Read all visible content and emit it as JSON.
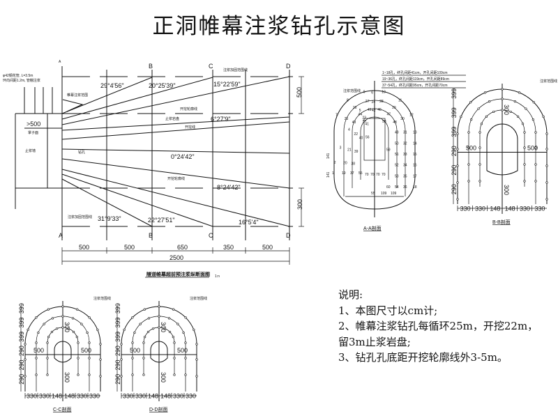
{
  "title": "正洞帷幕注浆钻孔示意图",
  "longitudinal": {
    "caption": "隧道帷幕超前预注浆纵断面图",
    "scale": "1:n",
    "section_marks": [
      "A",
      "B",
      "C",
      "D"
    ],
    "angles_top": [
      "29°4'56\"",
      "20°25'39\"",
      "15°22'59\"",
      "6°27'9\""
    ],
    "angles_mid": [
      "0°24'42\""
    ],
    "angles_bottom": [
      "8°24'42\"",
      "31°9'33\"",
      "22°27'51\"",
      "16°5'4\""
    ],
    "right_dims": [
      "500",
      "300"
    ],
    "bottom_dims": [
      "500",
      "500",
      "650",
      "350",
      "500"
    ],
    "total_dim": "2500",
    "dim_left": ">500",
    "notes": {
      "pipe": "φ42钢花管, L=3.5m",
      "pipe2": "环向间距1.2m, 管棚注浆",
      "wall": "止浆墙",
      "face": "掌子面",
      "line1": "帷幕注浆范围",
      "line2": "开挖轮廓线",
      "line3": "注浆加固范围线",
      "line4": "止浆岩盘",
      "line5": "开挖线",
      "line6": "钻孔",
      "line7": "注浆加固范围线"
    }
  },
  "sections": [
    {
      "caption": "A-A剖面",
      "legend": [
        "1~18孔，终孔间距41cm，开孔间距109cm",
        "19~36孔，终孔间距119cm，开孔间距89cm",
        "37~54孔，终孔间距95cm，开孔间距70cm"
      ],
      "label": "注浆范围线",
      "hole_labels": [
        "1",
        "2",
        "3",
        "4",
        "5",
        "6",
        "7",
        "8",
        "9",
        "10",
        "11",
        "12",
        "13",
        "14",
        "15",
        "16",
        "17",
        "18",
        "19",
        "20",
        "21",
        "22",
        "23",
        "24",
        "25",
        "26",
        "27",
        "28",
        "29",
        "30",
        "31",
        "32",
        "33",
        "34",
        "35",
        "36",
        "37",
        "38",
        "39",
        "40",
        "41",
        "42",
        "43",
        "44",
        "45",
        "46",
        "47",
        "48",
        "49",
        "50",
        "51",
        "52",
        "53",
        "54",
        "55",
        "56",
        "57",
        "58",
        "59",
        "60"
      ],
      "dims_left": [
        "141",
        "141"
      ],
      "dims_bottom": [
        "55",
        "109",
        "109"
      ],
      "dims_center": [
        "70",
        "70",
        "70",
        "70"
      ]
    },
    {
      "caption": "B-B剖面",
      "label": "注浆范围线",
      "dims_left": [
        "290",
        "290",
        "290",
        "399",
        "399",
        "399"
      ],
      "dims_bottom": [
        "330",
        "330",
        "148",
        "148",
        "330",
        "330"
      ],
      "side": [
        "500",
        "500"
      ],
      "center": [
        "300",
        "300"
      ]
    },
    {
      "caption": "C-C剖面",
      "label": "注浆范围线",
      "dims_left": [
        "290",
        "290",
        "290",
        "399",
        "399",
        "399"
      ],
      "dims_bottom": [
        "330",
        "330",
        "148",
        "148",
        "330",
        "330"
      ],
      "side": [
        "500",
        "500"
      ],
      "center": [
        "300",
        "300"
      ]
    },
    {
      "caption": "D-D剖面",
      "label": "注浆范围线",
      "dims_left": [
        "290",
        "290",
        "290",
        "399",
        "399",
        "399"
      ],
      "dims_bottom": [
        "330",
        "330",
        "148",
        "148",
        "330",
        "330"
      ],
      "side": [
        "500",
        "500"
      ],
      "center": [
        "300",
        "300"
      ]
    }
  ],
  "notes": {
    "heading": "说明:",
    "items": [
      "1、本图尺寸以cm计;",
      "2、帷幕注浆钻孔每循环25m，开挖22m，",
      "留3m止浆岩盘;",
      "3、钻孔孔底距开挖轮廓线外3-5m。"
    ]
  }
}
